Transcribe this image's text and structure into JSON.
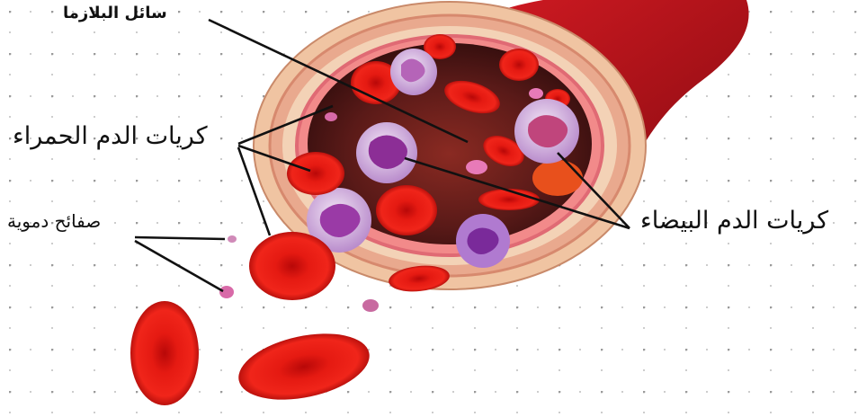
{
  "labels": {
    "plasma": "سائل البلازما",
    "red_cells": "كريات الدم الحمراء",
    "white_cells": "كريات الدم البيضاء",
    "platelets": "صفائح دموية"
  },
  "colors": {
    "red_cell": "#e01010",
    "red_cell_dark": "#a00808",
    "white_cell": "#c9a0d8",
    "white_nucleus": "#8a2a9a",
    "vessel_wall": "#f1c9a8",
    "vessel_outer": "#b8141c",
    "lumen": "#4a1414",
    "grid_dot": "#9a9a9a"
  },
  "icons": [
    "blood-vessel-illustration"
  ]
}
